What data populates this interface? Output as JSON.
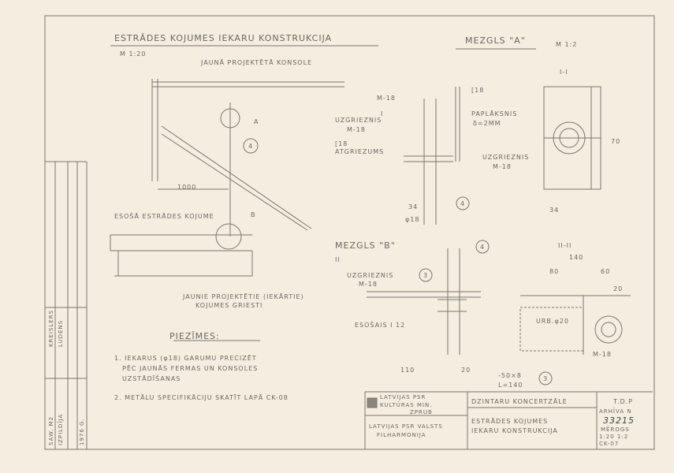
{
  "main": {
    "title": "ESTRĀDES KOJUMES IEKARU KONSTRUKCIJA",
    "scale": "M 1:20",
    "console": "JAUNĀ PROJEKTĒTĀ KONSOLE",
    "dim_1000": "1000",
    "mark_a": "A",
    "mark_b": "B",
    "circle_4": "4",
    "existing": "ESOŠĀ ESTRĀDES KOJUME",
    "new_ceiling_1": "JAUNIE PROJEKTĒTIE (IEKĀRTIE)",
    "new_ceiling_2": "KOJUMES GRIESTI"
  },
  "notes": {
    "heading": "PIEZĪMES:",
    "n1a": "1. IEKARUS (φ18) GARUMU PRECIZĒT",
    "n1b": "PĒC JAUNĀS FERMAS UN KONSOLES",
    "n1c": "UZSTĀDĪŠANAS",
    "n2": "2. METĀLU SPECIFIKĀCIJU SKATĪT LAPĀ CK-08"
  },
  "node_a": {
    "title": "MEZGLS \"A\"",
    "scale": "M 1:2",
    "m18": "M-18",
    "c18": "[18",
    "nut": "UZGRIEZNIS",
    "nut2": "M-18",
    "cut": "[18",
    "cut2": "ATGRIEZUMS",
    "washer": "PAPLĀKSNIS",
    "washer2": "δ=2MM",
    "d34": "34",
    "d18": "φ18",
    "c4": "4",
    "sec": "I-I",
    "d70": "70",
    "nut3": "UZGRIEZNIS",
    "nut4": "M-18",
    "d34b": "34",
    "sec_mark": "I"
  },
  "node_b": {
    "title": "MEZGLS \"B\"",
    "c4": "4",
    "c3": "3",
    "nut": "UZGRIEZNIS",
    "nut2": "M-18",
    "beam": "ESOŠAIS I 12",
    "d110": "110",
    "d20": "20",
    "sec": "II-II",
    "sec_mark": "II",
    "d140": "140",
    "d80": "80",
    "d60": "60",
    "d20b": "20",
    "drill": "URB.φ20",
    "m18": "M-18",
    "plate": "-50×8",
    "plate2": "L=140",
    "c3b": "3"
  },
  "title_block": {
    "org1": "LATVIJAS PSR",
    "org2": "KULTŪRAS MIN.",
    "org3": "ZPRUB",
    "client1": "LATVIJAS PSR VALSTS",
    "client2": "FILHARMONIJA",
    "project": "DZINTARU KONCERTZĀLE",
    "sheet1": "ESTRĀDES KOJUMES",
    "sheet2": "IEKARU KONSTRUKCIJA",
    "stage": "T.D.P",
    "archive_label": "ARHĪVA N",
    "archive_no": "33215",
    "scale_label": "MĒROGS",
    "scales": "1:20 1:2",
    "sheet_no": "CK-07"
  },
  "side": {
    "r1": "SAW. M2",
    "r2": "IZPILDĪJA",
    "r3": "1976 G.",
    "n1": "KREISLERS",
    "n2": "LUDENS"
  }
}
